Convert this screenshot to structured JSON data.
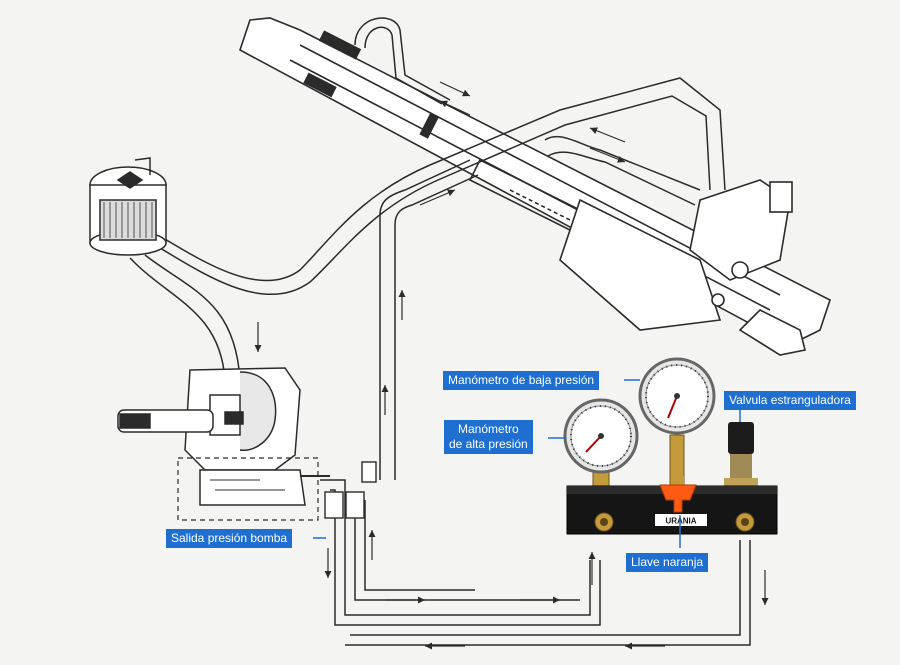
{
  "labels": {
    "low_pressure_gauge": "Manómetro de baja presión",
    "high_pressure_gauge_line1": "Manómetro",
    "high_pressure_gauge_line2": "de alta presión",
    "throttle_valve": "Valvula estranguladora",
    "pump_outlet": "Salida presión bomba",
    "orange_valve": "Llave naranja"
  },
  "manifold_brand": "URANIA",
  "colors": {
    "callout_bg": "#1f6fd0",
    "callout_text": "#ffffff",
    "line": "#2b2b2b",
    "valve_handle": "#ff5a14",
    "manifold_body": "#151515",
    "brass": "#c49a3a",
    "background": "#f4f4f2"
  }
}
